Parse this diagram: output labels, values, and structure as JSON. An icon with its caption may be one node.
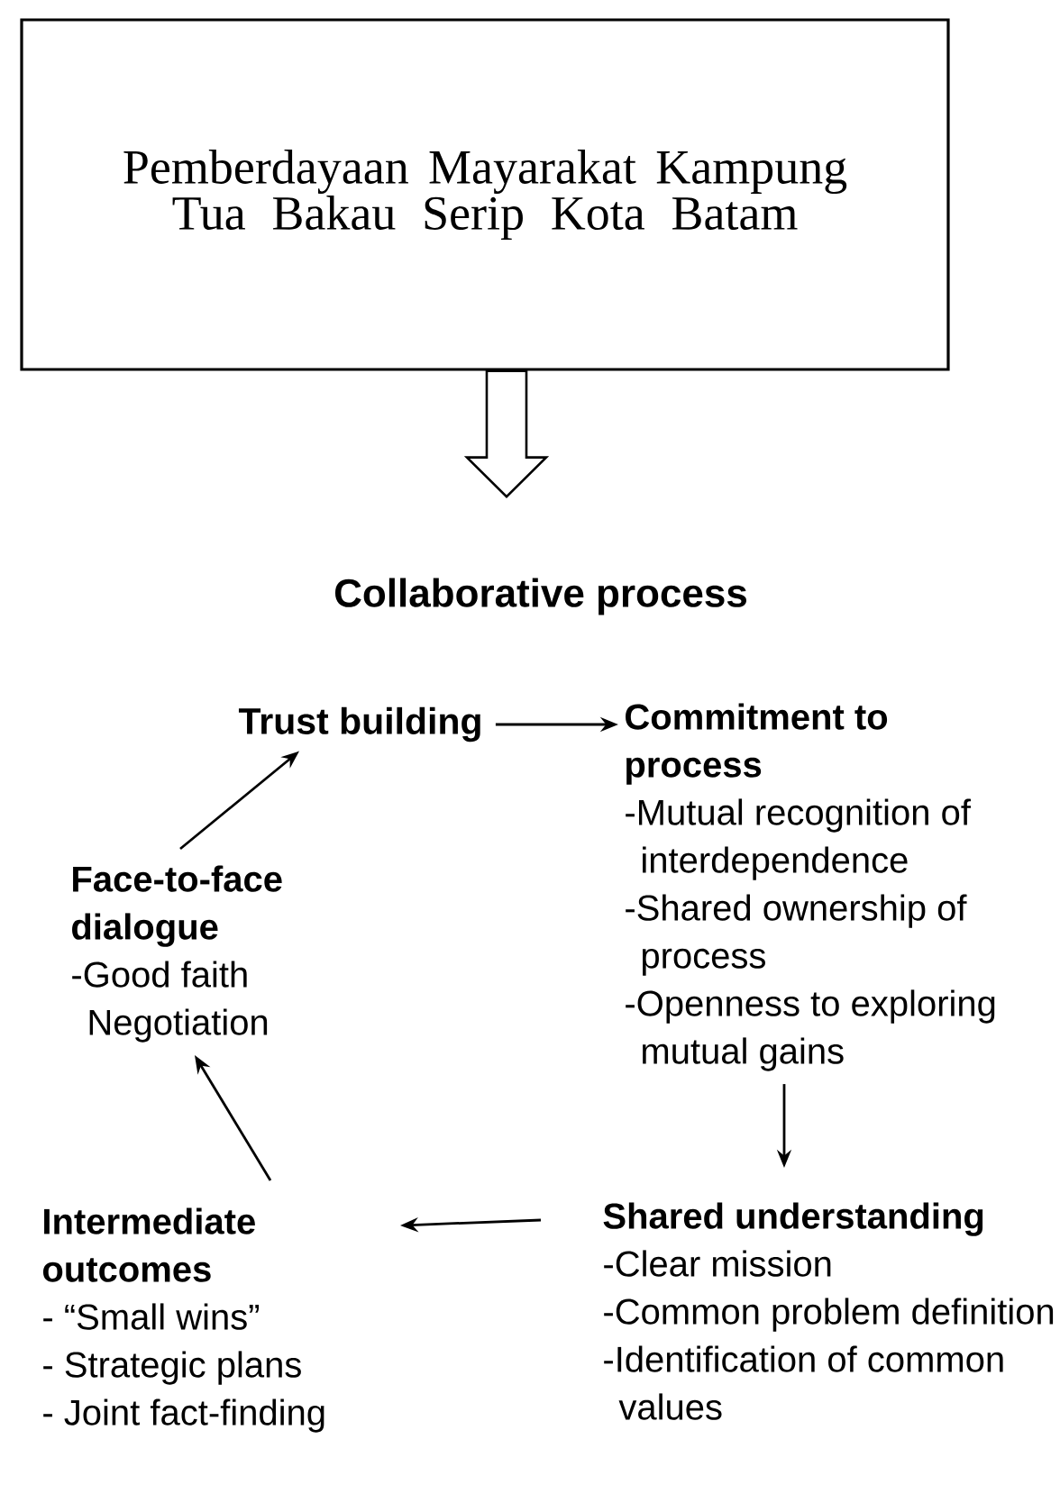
{
  "diagram": {
    "nodes": [
      {
        "text": [
          "Pemberdayaan Mayarakat Kampung Tua Bakau Serip Kota Batam"
        ]
      },
      {
        "text": [
          "Collaborative process"
        ]
      },
      {
        "text": [
          "Trust building"
        ]
      },
      {
        "text": [
          "Commitment to process",
          "-Mutual recognition of interdependence",
          "-Shared ownership of process",
          "-Openness to exploring mutual gains"
        ]
      },
      {
        "text": [
          "Shared understanding",
          "-Clear mission",
          "-Common problem definition",
          "-Identification of common values"
        ]
      },
      {
        "text": [
          "Intermediate outcomes",
          "- “Small wins”",
          "- Strategic plans",
          "- Joint fact-finding"
        ]
      },
      {
        "text": [
          "Face-to-face dialogue",
          "-Good faith Negotiation"
        ]
      }
    ],
    "edges": [
      {
        "from": 0,
        "to": 1,
        "arrow": "to"
      },
      {
        "from": 2,
        "to": 3,
        "arrow": "to"
      },
      {
        "from": 3,
        "to": 4,
        "arrow": "to"
      },
      {
        "from": 4,
        "to": 5,
        "arrow": "to"
      },
      {
        "from": 5,
        "to": 6,
        "arrow": "to"
      },
      {
        "from": 6,
        "to": 2,
        "arrow": "to"
      }
    ]
  }
}
